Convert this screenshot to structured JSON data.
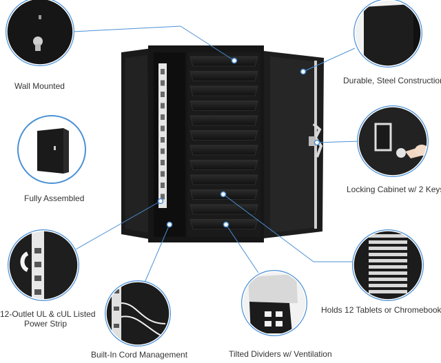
{
  "colors": {
    "accent": "#4a90d6",
    "cabinet": "#1c1c1c",
    "text": "#333333"
  },
  "features": [
    {
      "id": "wall",
      "label": "Wall Mounted"
    },
    {
      "id": "durable",
      "label": "Durable, Steel Construction"
    },
    {
      "id": "assembled",
      "label": "Fully Assembled"
    },
    {
      "id": "locking",
      "label": "Locking Cabinet w/ 2 Keys"
    },
    {
      "id": "outlet",
      "label_line1": "12-Outlet UL & cUL Listed",
      "label_line2": "Power Strip"
    },
    {
      "id": "tablets",
      "label": "Holds 12 Tablets or Chromebooks"
    },
    {
      "id": "cord",
      "label": "Built-In Cord Management"
    },
    {
      "id": "dividers",
      "label": "Tilted Dividers w/ Ventilation"
    }
  ]
}
